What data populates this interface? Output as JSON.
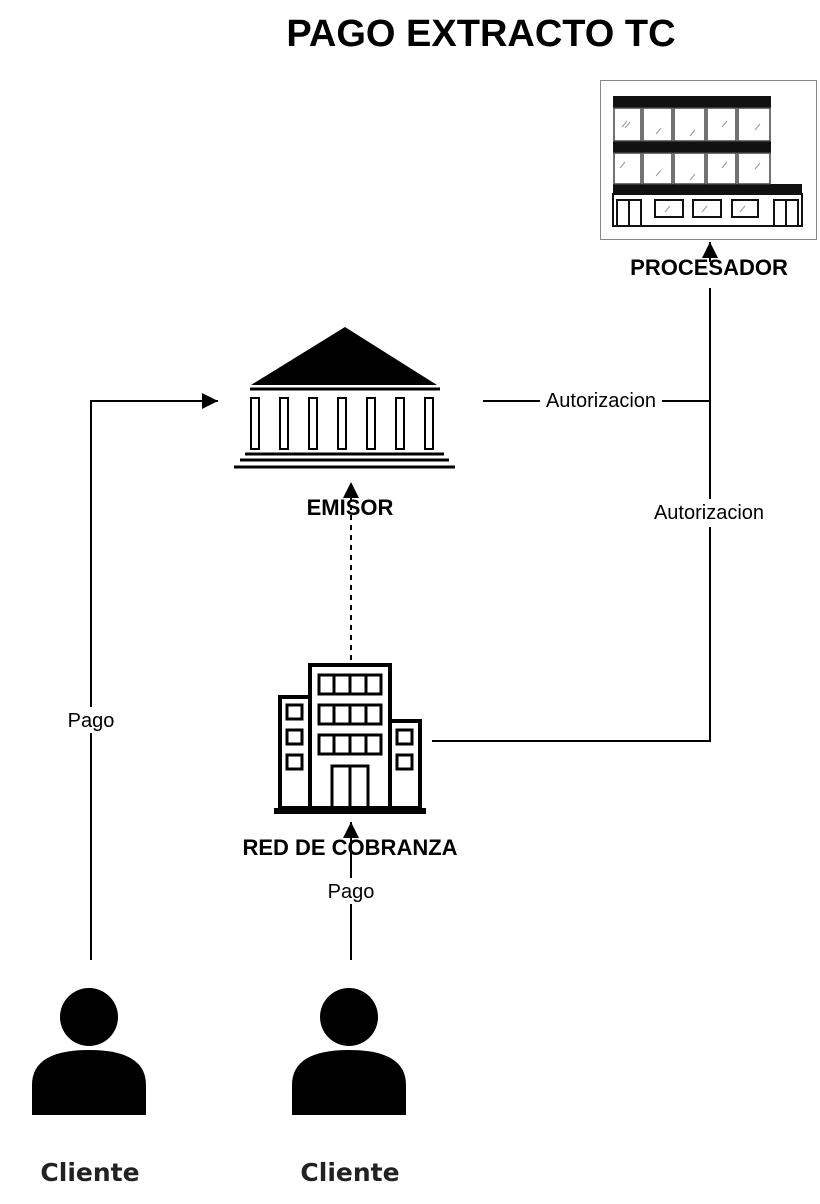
{
  "title": "PAGO EXTRACTO TC",
  "nodes": {
    "procesador": {
      "label": "PROCESADOR",
      "icon": "office-building-icon"
    },
    "emisor": {
      "label": "EMISOR",
      "icon": "bank-icon"
    },
    "red_cobranza": {
      "label": "RED DE COBRANZA",
      "icon": "building-icon"
    },
    "cliente_1": {
      "label": "Cliente",
      "icon": "person-icon"
    },
    "cliente_2": {
      "label": "Cliente",
      "icon": "person-icon"
    }
  },
  "edges": {
    "cliente1_to_emisor": {
      "from": "Cliente",
      "to": "EMISOR",
      "label": "Pago",
      "style": "solid"
    },
    "cliente2_to_red": {
      "from": "Cliente",
      "to": "RED DE COBRANZA",
      "label": "Pago",
      "style": "solid"
    },
    "red_to_emisor": {
      "from": "RED DE COBRANZA",
      "to": "EMISOR",
      "label": "",
      "style": "dashed"
    },
    "emisor_to_procesador": {
      "from": "EMISOR",
      "to": "PROCESADOR",
      "label": "Autorizacion",
      "style": "solid"
    },
    "red_to_procesador": {
      "from": "RED DE COBRANZA",
      "to": "PROCESADOR",
      "label": "Autorizacion",
      "style": "solid"
    }
  }
}
